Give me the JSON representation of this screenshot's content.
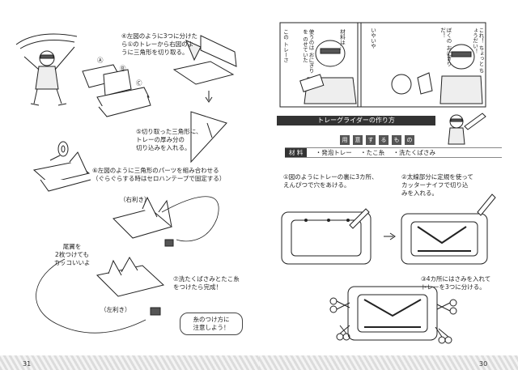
{
  "left_page": {
    "page_number": "31",
    "step4": {
      "text": "④左図のように3つに分けた\nら①のトレーから右図のよ\nうに三角形を切り取る。"
    },
    "step5": {
      "text": "⑤切り取った三角形に、\nトレーの厚み分の\n切り込みを入れる。"
    },
    "step6": {
      "text": "⑥左図のように三角形のパーツを組み合わせる\n（ぐらぐらする時はセロハンテープで固定する）"
    },
    "step7": {
      "text": "⑦洗たくばさみとたこ糸\nをつけたら完成！"
    },
    "labels": {
      "a": "Ⓐ",
      "b": "Ⓑ",
      "c": "Ⓒ",
      "right_wing": "（右利き）",
      "left_wing": "（左利き）"
    },
    "note_tail": "尾翼を\n2枚つけても\nカッコいいよ",
    "note_string": "糸のつけ方に\n注意しよう！"
  },
  "right_page": {
    "page_number": "30",
    "comic": {
      "bubble1": "材料は…",
      "bubble2": "これ！\nちょっと\nちょうだい！",
      "bubble3": "ぼくの\nおにぎり\nだ！",
      "bubble4": "いやいや",
      "bubble5": "使うのは\nおにぎりを\nのせていた",
      "bubble6": "この\nトレーさ"
    },
    "title": "トレーグライダーの作り方",
    "subtitle_chars": [
      "用",
      "意",
      "す",
      "る",
      "も",
      "の"
    ],
    "materials": {
      "label": "材 料",
      "item1": "・発泡トレー",
      "item2": "・たこ糸",
      "item3": "・洗たくばさみ"
    },
    "step1": {
      "text": "①図のようにトレーの裏に3カ所、\nえんぴつで穴をあける。"
    },
    "step2": {
      "text": "②太線部分に定規を使って\nカッターナイフで切り込\nみを入れる。"
    },
    "step3": {
      "text": "③4カ所にはさみを入れて\nトレーを3つに分ける。"
    }
  },
  "colors": {
    "ink": "#222222",
    "band": "#dcdcdc",
    "title_bg": "#333333"
  }
}
